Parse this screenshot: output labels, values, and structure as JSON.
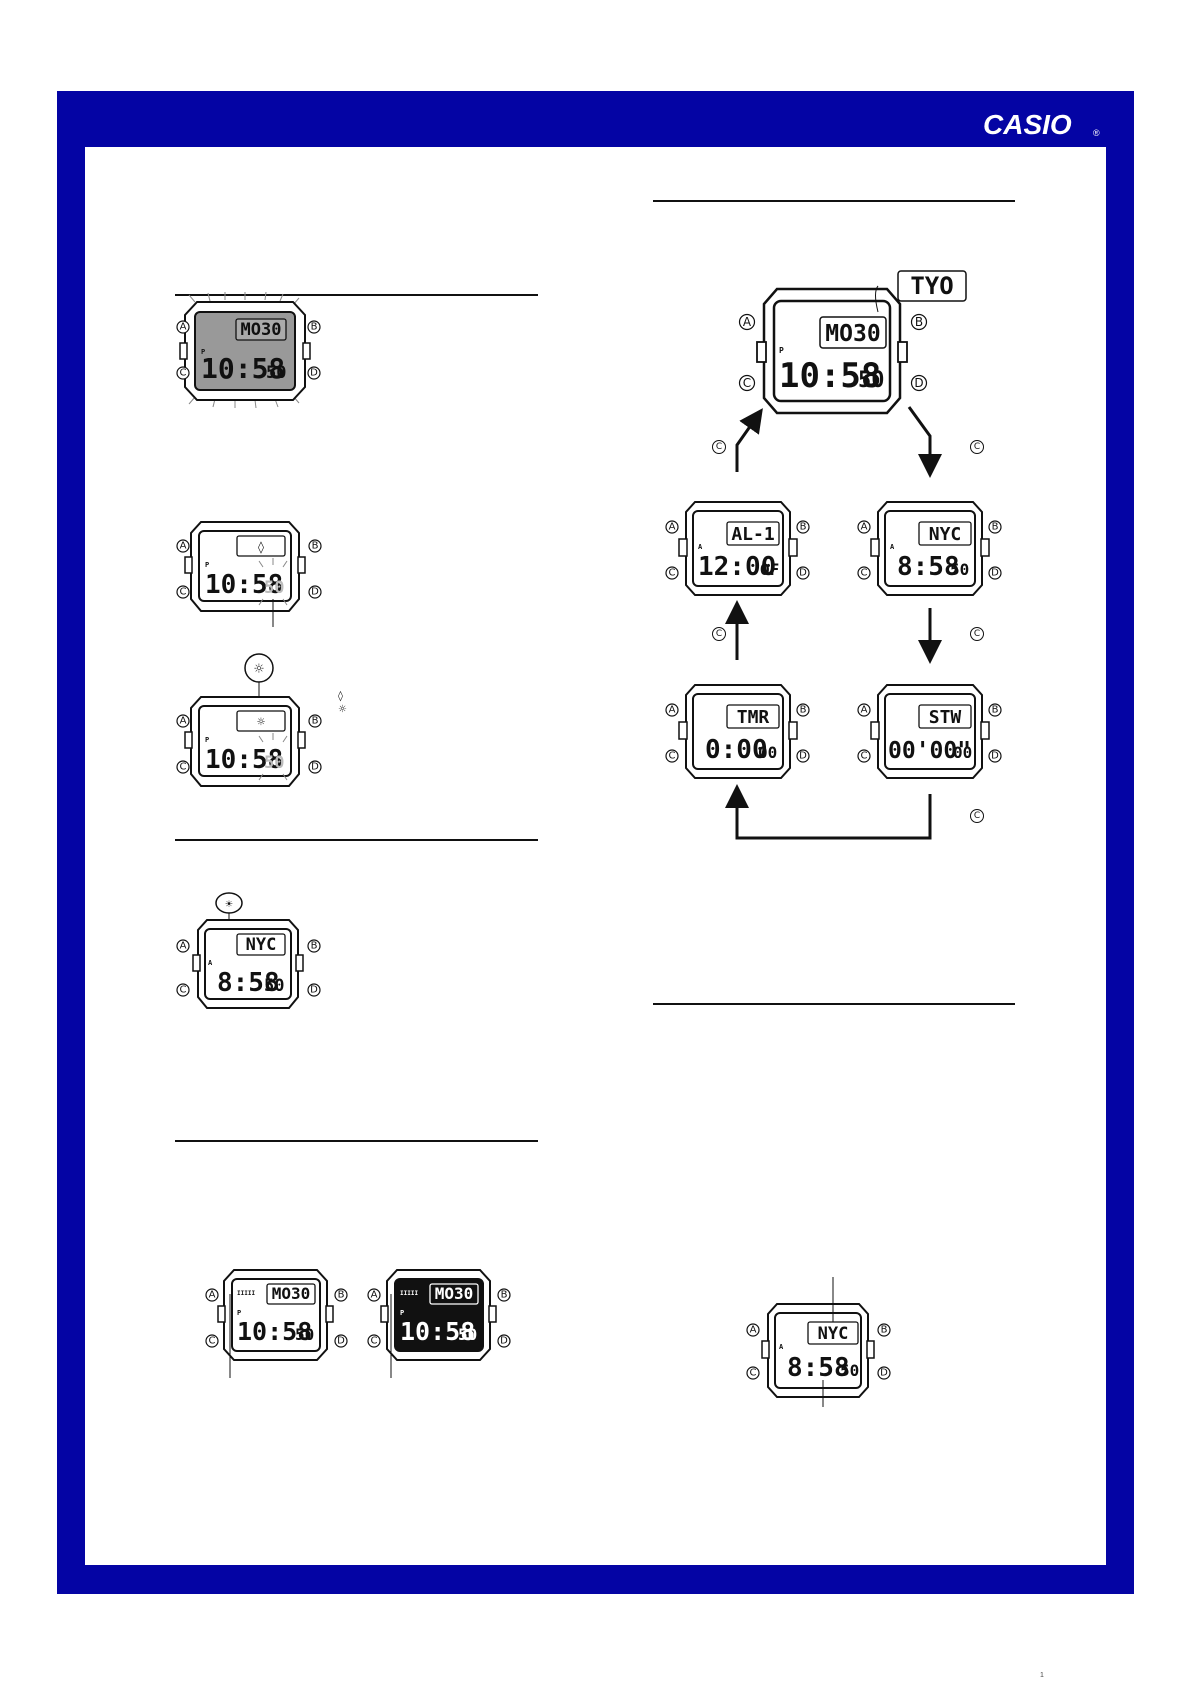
{
  "brand": {
    "logo": "CASIO",
    "registered": "®"
  },
  "buttons": {
    "a": "A",
    "b": "B",
    "c": "C",
    "d": "D"
  },
  "illustrations": {
    "light": {
      "top": "MO30",
      "main": "10:58",
      "sec": "50",
      "ampm": "P"
    },
    "set1": {
      "top": "◊",
      "main": "10:58",
      "sec": "50",
      "ampm": "P"
    },
    "set2": {
      "icon": "☼",
      "top": "☼",
      "main": "10:58",
      "sec": "50",
      "ampm": "P"
    },
    "set2_legend": [
      "◊",
      "☼"
    ],
    "world": {
      "icon": "☀",
      "top": "NYC",
      "main": "8:58",
      "sec": "50",
      "ampm": "A"
    },
    "normal": {
      "top": "MO30",
      "main": "10:58",
      "sec": "50",
      "ampm": "P",
      "indicator": "IIIII"
    },
    "inverted": {
      "top": "MO30",
      "main": "10:58",
      "sec": "50",
      "ampm": "P",
      "indicator": "IIIII"
    },
    "modes": {
      "timekeeping": {
        "callout": "TYO",
        "top": "MO30",
        "main": "10:58",
        "sec": "50",
        "ampm": "P"
      },
      "alarm": {
        "top": "AL-1",
        "main": "12:00",
        "sec": "OF",
        "ampm": "A"
      },
      "world": {
        "top": "NYC",
        "main": "8:58",
        "sec": "50",
        "ampm": "A"
      },
      "timer": {
        "top": "TMR",
        "main": "0:00",
        "sec": "00"
      },
      "stopwatch": {
        "top": "STW",
        "main": "00'00\"",
        "sec": "00"
      }
    },
    "bottom_world": {
      "top": "NYC",
      "main": "8:58",
      "sec": "50",
      "ampm": "A"
    }
  },
  "arrow_button": "C",
  "footer": "1"
}
